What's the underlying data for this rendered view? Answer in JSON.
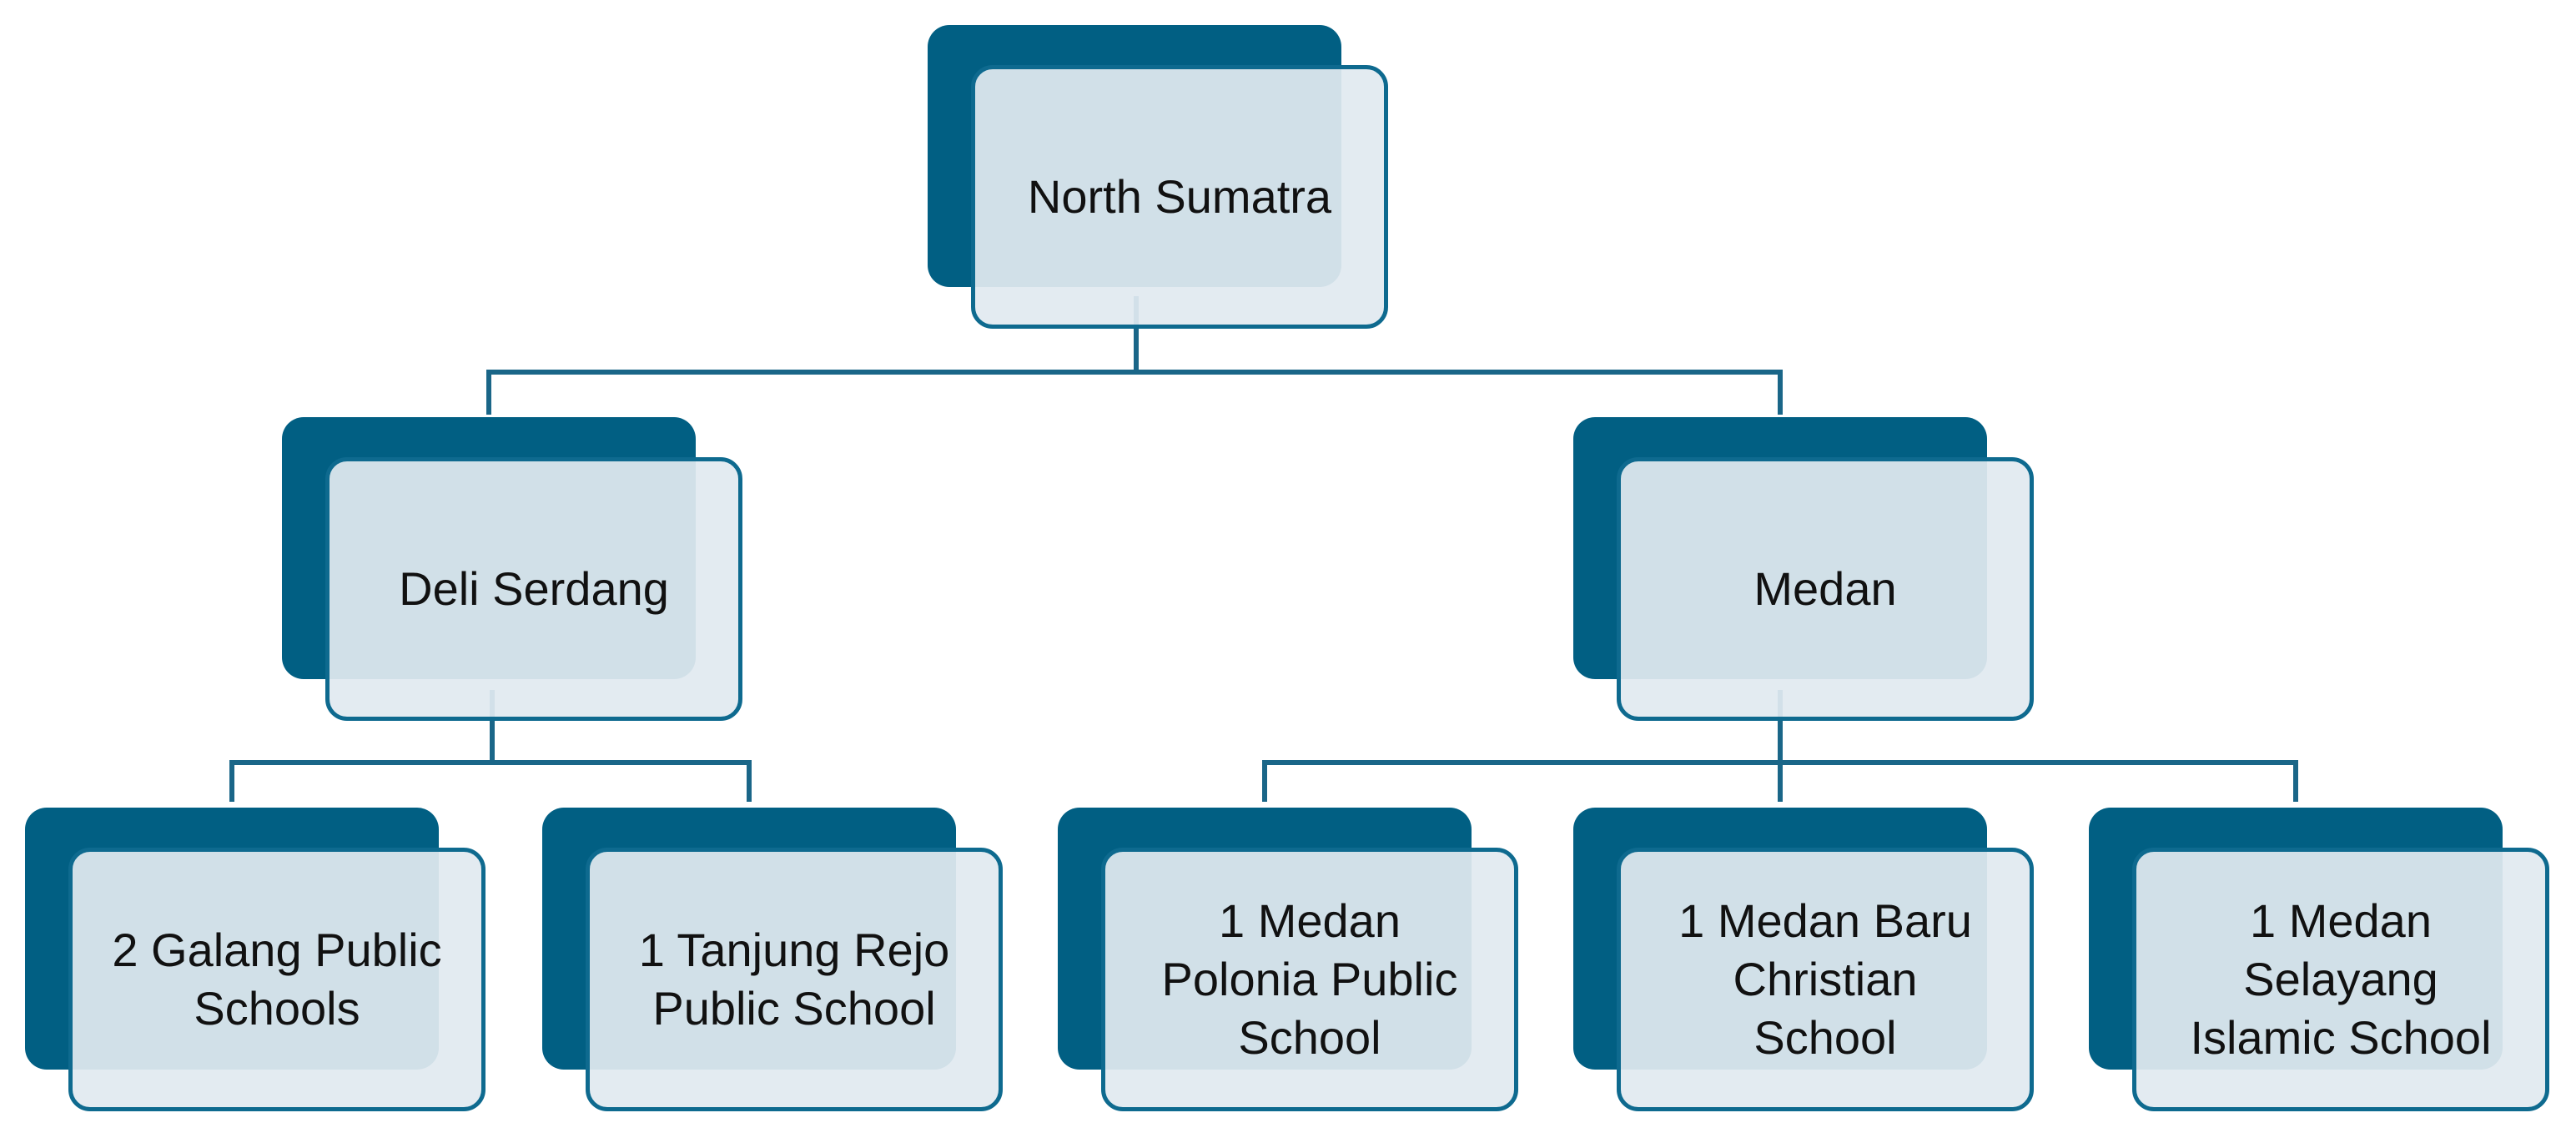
{
  "diagram": {
    "type": "hierarchy-chart",
    "colors": {
      "back_card": "#015f83",
      "front_card_fill": "#e1eaf0",
      "front_card_border": "#0e6a8f",
      "connector": "#1a6688",
      "text": "#111111"
    },
    "root": {
      "label": "North Sumatra"
    },
    "level1": [
      {
        "label": "Deli Serdang"
      },
      {
        "label": "Medan"
      }
    ],
    "level2": [
      {
        "label": "2 Galang Public\nSchools",
        "parent": "Deli Serdang"
      },
      {
        "label": "1 Tanjung Rejo\nPublic School",
        "parent": "Deli Serdang"
      },
      {
        "label": "1 Medan\nPolonia Public\nSchool",
        "parent": "Medan"
      },
      {
        "label": "1 Medan Baru\nChristian\nSchool",
        "parent": "Medan"
      },
      {
        "label": "1 Medan\nSelayang\nIslamic School",
        "parent": "Medan"
      }
    ]
  }
}
